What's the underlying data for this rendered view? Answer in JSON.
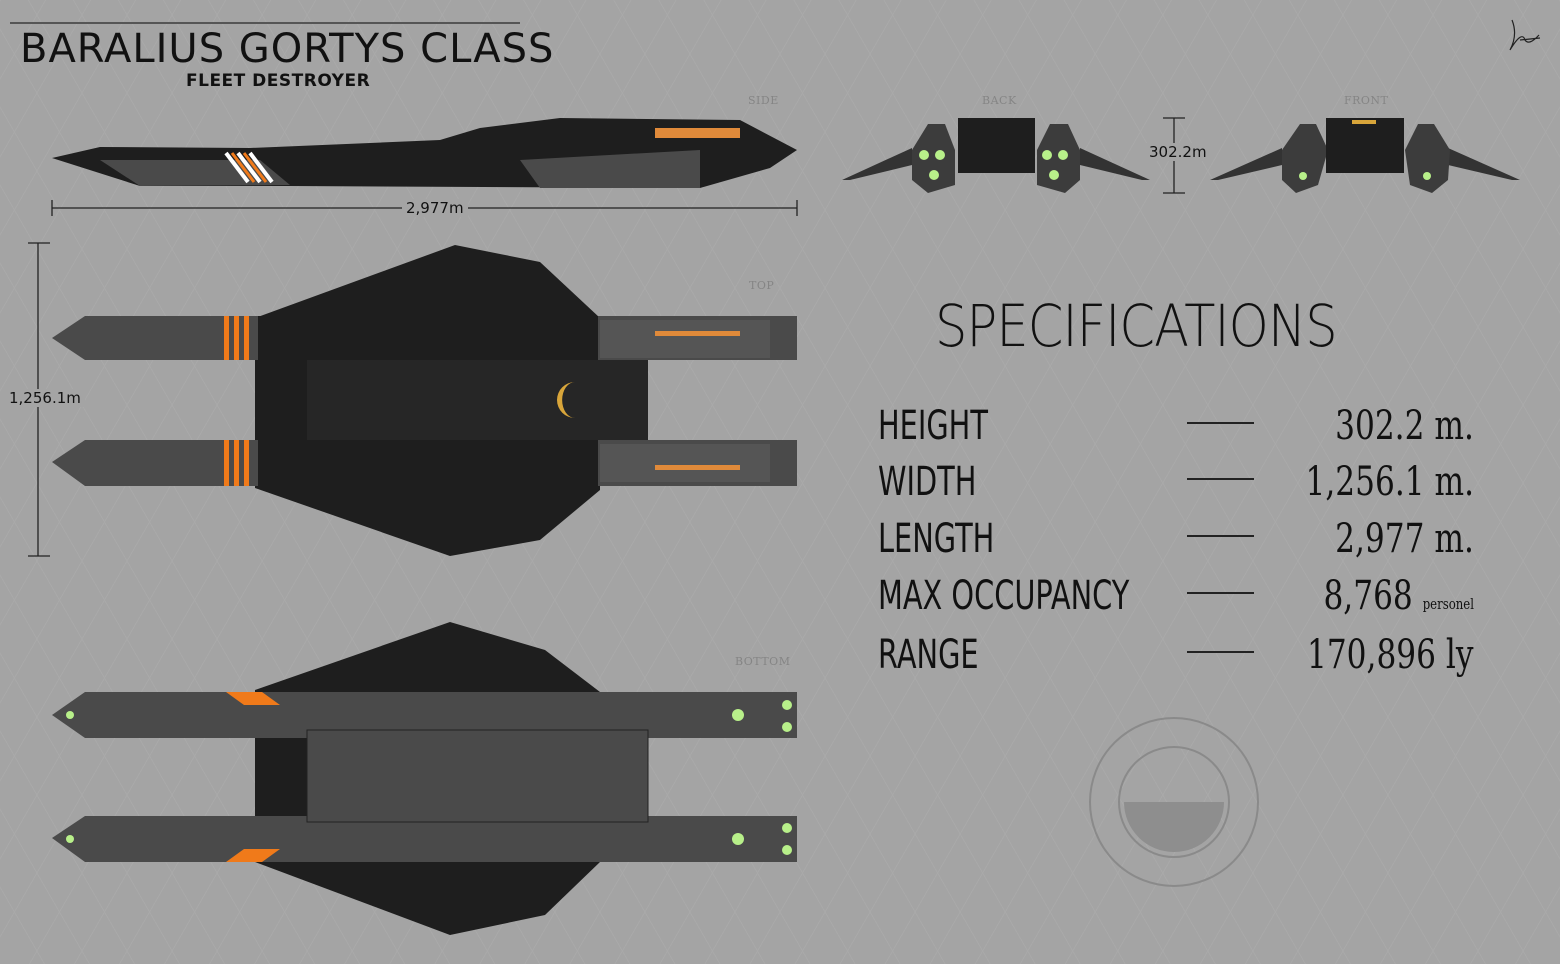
{
  "header": {
    "title": "BARALIUS GORTYS CLASS",
    "subtitle": "FLEET DESTROYER"
  },
  "views": {
    "side": "SIDE",
    "back": "BACK",
    "front": "FRONT",
    "top": "TOP",
    "bottom": "BOTTOM"
  },
  "dimensions": {
    "length": "2,977m",
    "width": "1,256.1m",
    "height": "302.2m"
  },
  "specs": {
    "title": "SPECIFICATIONS",
    "rows": [
      {
        "label": "HEIGHT",
        "value": "302.2 m.",
        "unit": ""
      },
      {
        "label": "WIDTH",
        "value": "1,256.1 m.",
        "unit": ""
      },
      {
        "label": "LENGTH",
        "value": "2,977 m.",
        "unit": ""
      },
      {
        "label": "MAX OCCUPANCY",
        "value": "8,768",
        "unit": "personel"
      },
      {
        "label": "RANGE",
        "value": "170,896 ly",
        "unit": ""
      }
    ]
  },
  "colors": {
    "hull": "#1f1f1f",
    "camo": "#4a4a4a",
    "stripe": "#f07a1a",
    "light": "#b8f08a",
    "accent": "#a03aa8"
  }
}
